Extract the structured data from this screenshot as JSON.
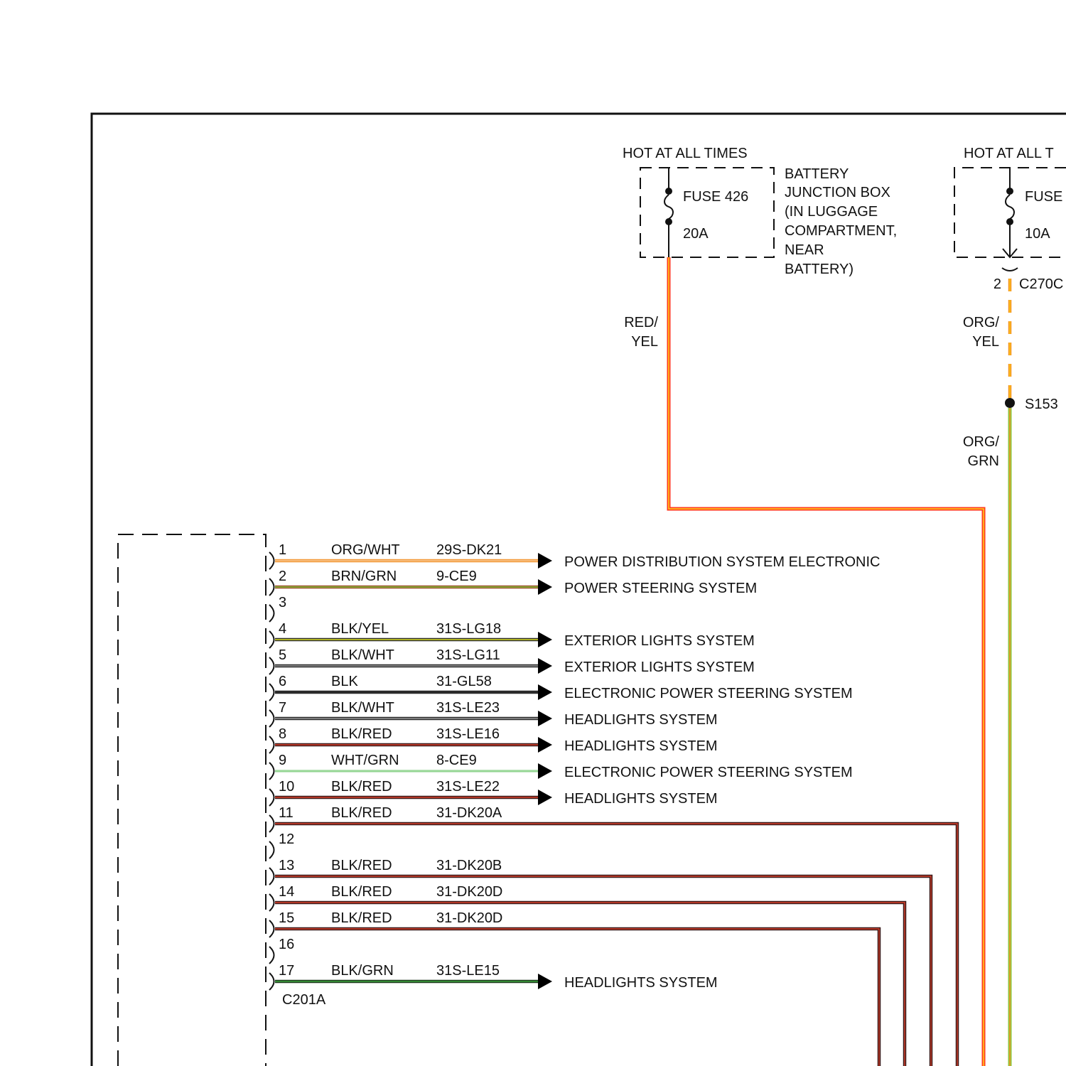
{
  "fuse_left": {
    "hot_label": "HOT AT ALL TIMES",
    "fuse_name": "FUSE 426",
    "rating": "20A",
    "box_label_lines": [
      "BATTERY",
      "JUNCTION BOX",
      "(IN LUGGAGE",
      "COMPARTMENT,",
      "NEAR",
      "BATTERY)"
    ],
    "wire_color_lines": [
      "RED/",
      "YEL"
    ],
    "wire_hex": [
      "#ff3b1f",
      "#ffd21a"
    ]
  },
  "fuse_right": {
    "hot_label": "HOT AT ALL T",
    "fuse_name": "FUSE",
    "rating": "10A",
    "connector_pin": "2",
    "connector": "C270C",
    "wire1_color_lines": [
      "ORG/",
      "YEL"
    ],
    "splice": "S153",
    "wire2_color_lines": [
      "ORG/",
      "GRN"
    ],
    "wire1_hex": [
      "#f39220",
      "#ffd21a"
    ],
    "wire2_hex": [
      "#f39220",
      "#8ec63f"
    ]
  },
  "connector": {
    "name": "C201A",
    "pins": [
      {
        "pin": "1",
        "color": "ORG/WHT",
        "circuit": "29S-DK21",
        "dest": "POWER DISTRIBUTION SYSTEM ELECTRONIC",
        "hex": [
          "#f39a3a",
          "#f7c58c"
        ]
      },
      {
        "pin": "2",
        "color": "BRN/GRN",
        "circuit": "9-CE9",
        "dest": "POWER STEERING SYSTEM",
        "hex": [
          "#a0522d",
          "#7cc23a"
        ]
      },
      {
        "pin": "3",
        "color": "",
        "circuit": "",
        "dest": "",
        "hex": []
      },
      {
        "pin": "4",
        "color": "BLK/YEL",
        "circuit": "31S-LG18",
        "dest": "EXTERIOR LIGHTS SYSTEM",
        "hex": [
          "#2b2b2b",
          "#d9e021"
        ]
      },
      {
        "pin": "5",
        "color": "BLK/WHT",
        "circuit": "31S-LG11",
        "dest": "EXTERIOR LIGHTS SYSTEM",
        "hex": [
          "#2b2b2b",
          "#9a9a9a"
        ]
      },
      {
        "pin": "6",
        "color": "BLK",
        "circuit": "31-GL58",
        "dest": "ELECTRONIC POWER STEERING SYSTEM",
        "hex": [
          "#2b2b2b",
          "#2b2b2b"
        ]
      },
      {
        "pin": "7",
        "color": "BLK/WHT",
        "circuit": "31S-LE23",
        "dest": "HEADLIGHTS SYSTEM",
        "hex": [
          "#2b2b2b",
          "#9a9a9a"
        ]
      },
      {
        "pin": "8",
        "color": "BLK/RED",
        "circuit": "31S-LE16",
        "dest": "HEADLIGHTS SYSTEM",
        "hex": [
          "#3a1a1a",
          "#d9412b"
        ]
      },
      {
        "pin": "9",
        "color": "WHT/GRN",
        "circuit": "8-CE9",
        "dest": "ELECTRONIC POWER STEERING SYSTEM",
        "hex": [
          "#cfead0",
          "#7fd07a"
        ]
      },
      {
        "pin": "10",
        "color": "BLK/RED",
        "circuit": "31S-LE22",
        "dest": "HEADLIGHTS SYSTEM",
        "hex": [
          "#3a1a1a",
          "#d9412b"
        ]
      },
      {
        "pin": "11",
        "color": "BLK/RED",
        "circuit": "31-DK20A",
        "dest": "",
        "hex": [
          "#3a1a1a",
          "#d9412b"
        ]
      },
      {
        "pin": "12",
        "color": "",
        "circuit": "",
        "dest": "",
        "hex": []
      },
      {
        "pin": "13",
        "color": "BLK/RED",
        "circuit": "31-DK20B",
        "dest": "",
        "hex": [
          "#3a1a1a",
          "#d9412b"
        ]
      },
      {
        "pin": "14",
        "color": "BLK/RED",
        "circuit": "31-DK20D",
        "dest": "",
        "hex": [
          "#3a1a1a",
          "#d9412b"
        ]
      },
      {
        "pin": "15",
        "color": "BLK/RED",
        "circuit": "31-DK20D",
        "dest": "",
        "hex": [
          "#3a1a1a",
          "#d9412b"
        ]
      },
      {
        "pin": "16",
        "color": "",
        "circuit": "",
        "dest": "",
        "hex": []
      },
      {
        "pin": "17",
        "color": "BLK/GRN",
        "circuit": "31S-LE15",
        "dest": "HEADLIGHTS SYSTEM",
        "hex": [
          "#1e3a1e",
          "#3aa23a"
        ]
      }
    ]
  }
}
